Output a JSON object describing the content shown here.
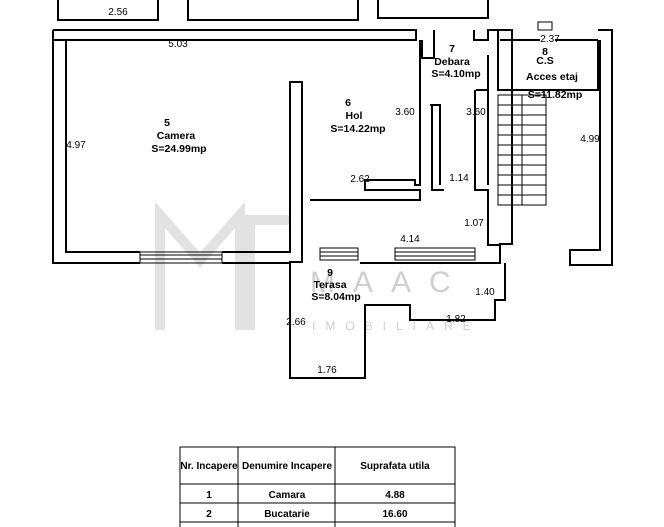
{
  "rooms": [
    {
      "number": "5",
      "name": "Camera",
      "area": "S=24.99mp"
    },
    {
      "number": "6",
      "name": "Hol",
      "area": "S=14.22mp"
    },
    {
      "number": "7",
      "name": "Debara",
      "area": "S=4.10mp"
    },
    {
      "number": "8",
      "name": "C.S",
      "name2": "Acces etaj",
      "area": "S=11.82mp"
    },
    {
      "number": "9",
      "name": "Terasa",
      "area": "S=8.04mp"
    }
  ],
  "dimensions": [
    "2.56",
    "5.03",
    "4.97",
    "3.60",
    "3.60",
    "2.62",
    "1.14",
    "1.07",
    "4.14",
    "2.37",
    "4.99",
    "1.40",
    "1.82",
    "2.66",
    "1.76"
  ],
  "watermark": {
    "logo": "MAAC",
    "sub": "IMOBILIARE"
  },
  "table": {
    "headers": [
      "Nr. Incapere",
      "Denumire Incapere",
      "Suprafata utila"
    ],
    "rows": [
      {
        "nr": "1",
        "name": "Camara",
        "area": "4.88"
      },
      {
        "nr": "2",
        "name": "Bucatarie",
        "area": "16.60"
      }
    ]
  }
}
